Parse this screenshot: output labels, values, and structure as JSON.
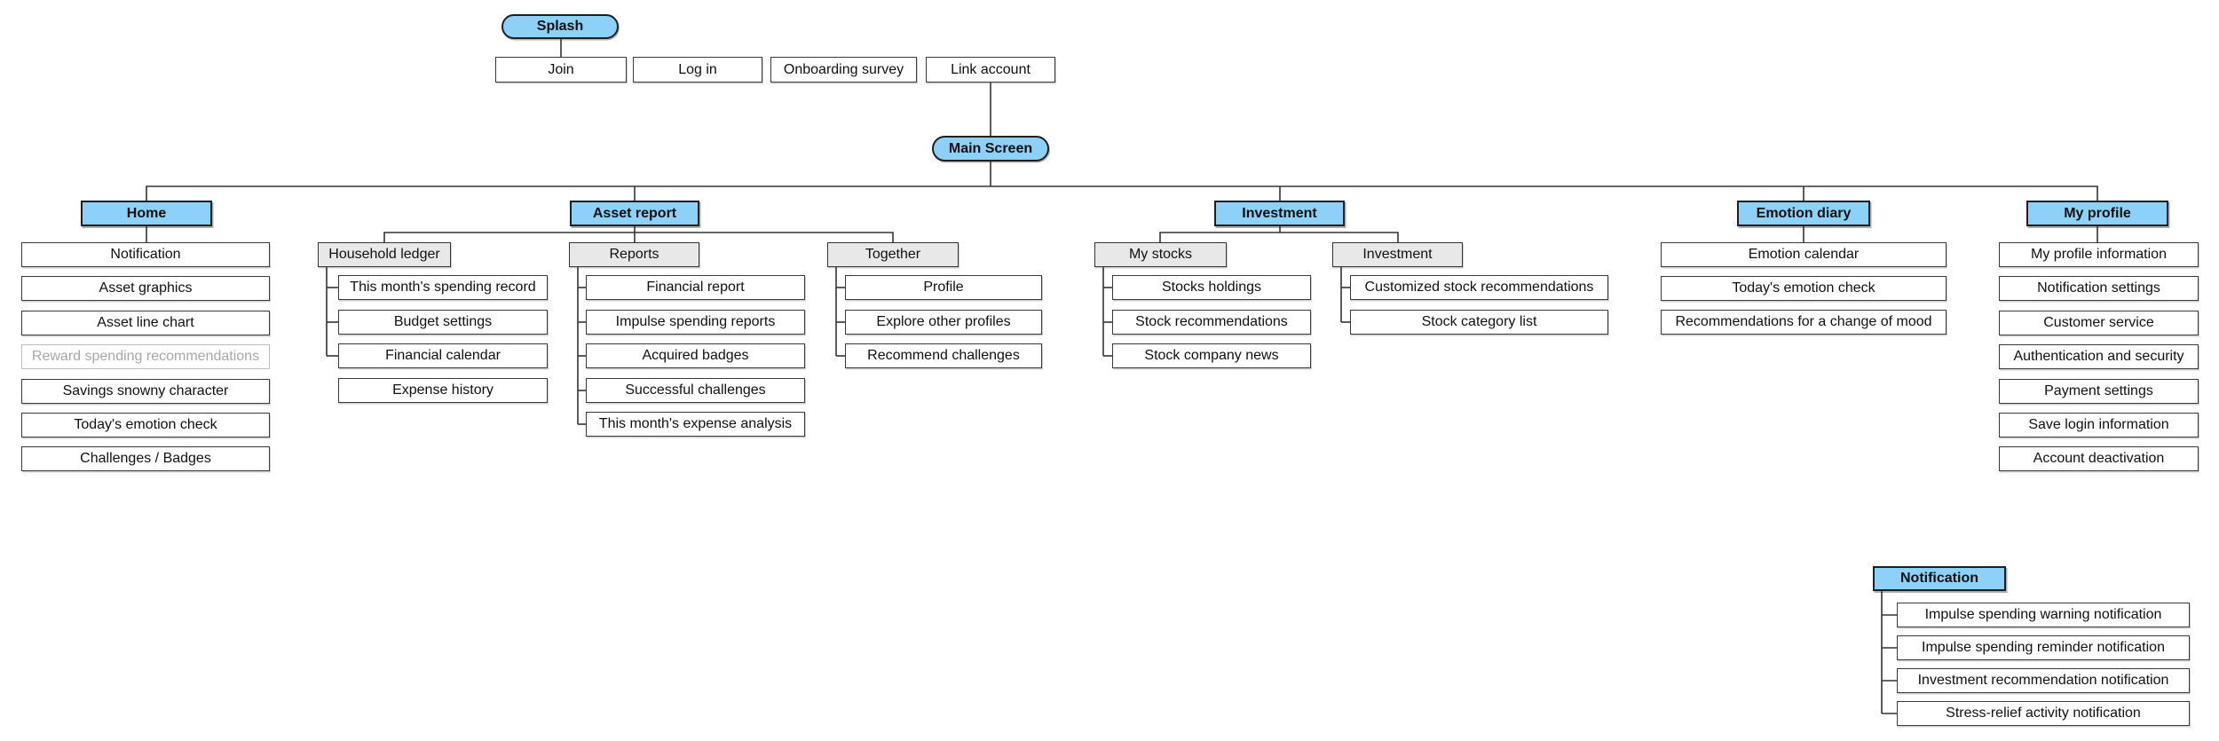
{
  "diagram": {
    "splash": "Splash",
    "entry": [
      "Join",
      "Log in",
      "Onboarding survey",
      "Link account"
    ],
    "main_screen": "Main Screen",
    "sections": {
      "home": {
        "label": "Home",
        "items": [
          "Notification",
          "Asset graphics",
          "Asset line chart",
          "Reward spending recommendations",
          "Savings snowny character",
          "Today's emotion check",
          "Challenges / Badges"
        ],
        "disabled_item": "Reward spending recommendations"
      },
      "asset_report": {
        "label": "Asset report",
        "groups": {
          "household_ledger": {
            "label": "Household ledger",
            "items": [
              "This month's spending record",
              "Budget settings",
              "Financial calendar",
              "Expense history"
            ]
          },
          "reports": {
            "label": "Reports",
            "items": [
              "Financial report",
              "Impulse spending reports",
              "Acquired badges",
              "Successful challenges",
              "This month's expense analysis"
            ]
          },
          "together": {
            "label": "Together",
            "items": [
              "Profile",
              "Explore other profiles",
              "Recommend challenges"
            ]
          }
        }
      },
      "investment": {
        "label": "Investment",
        "groups": {
          "my_stocks": {
            "label": "My stocks",
            "items": [
              "Stocks holdings",
              "Stock recommendations",
              "Stock company news"
            ]
          },
          "investment": {
            "label": "Investment",
            "items": [
              "Customized stock recommendations",
              "Stock category list"
            ]
          }
        }
      },
      "emotion_diary": {
        "label": "Emotion diary",
        "items": [
          "Emotion calendar",
          "Today's emotion check",
          "Recommendations for a change of mood"
        ]
      },
      "my_profile": {
        "label": "My profile",
        "items": [
          "My profile information",
          "Notification settings",
          "Customer service",
          "Authentication and security",
          "Payment settings",
          "Save login information",
          "Account deactivation"
        ]
      }
    },
    "notification_panel": {
      "label": "Notification",
      "items": [
        "Impulse spending warning notification",
        "Impulse spending reminder notification",
        "Investment recommendation notification",
        "Stress-relief activity notification"
      ]
    },
    "colors": {
      "node_blue": "#8DD0F8",
      "group_gray": "#E8E8E8",
      "line": "#333333",
      "disabled_gray": "#A7A7A7"
    }
  }
}
